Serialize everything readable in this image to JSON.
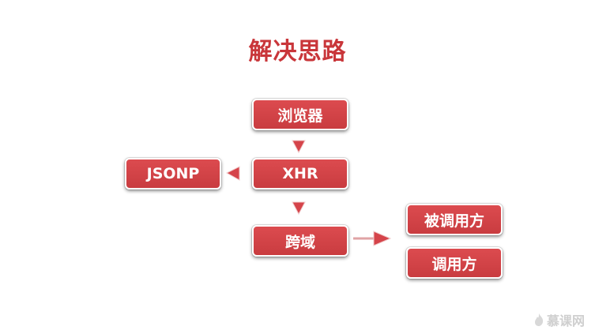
{
  "title": "解决思路",
  "nodes": {
    "browser": "浏览器",
    "xhr": "XHR",
    "jsonp": "JSONP",
    "cross_domain": "跨域",
    "callee": "被调用方",
    "caller": "调用方"
  },
  "watermark": "慕课网",
  "colors": {
    "accent": "#c9363a",
    "node_fill": "#d5444a",
    "arrow": "#d5444a"
  },
  "icons": {
    "arrow_browser_to_xhr": "down-arrow-icon",
    "arrow_xhr_to_jsonp": "left-arrow-icon",
    "arrow_xhr_to_cross": "down-arrow-icon",
    "arrow_cross_to_right": "right-arrow-icon",
    "watermark_logo": "flame-icon"
  }
}
